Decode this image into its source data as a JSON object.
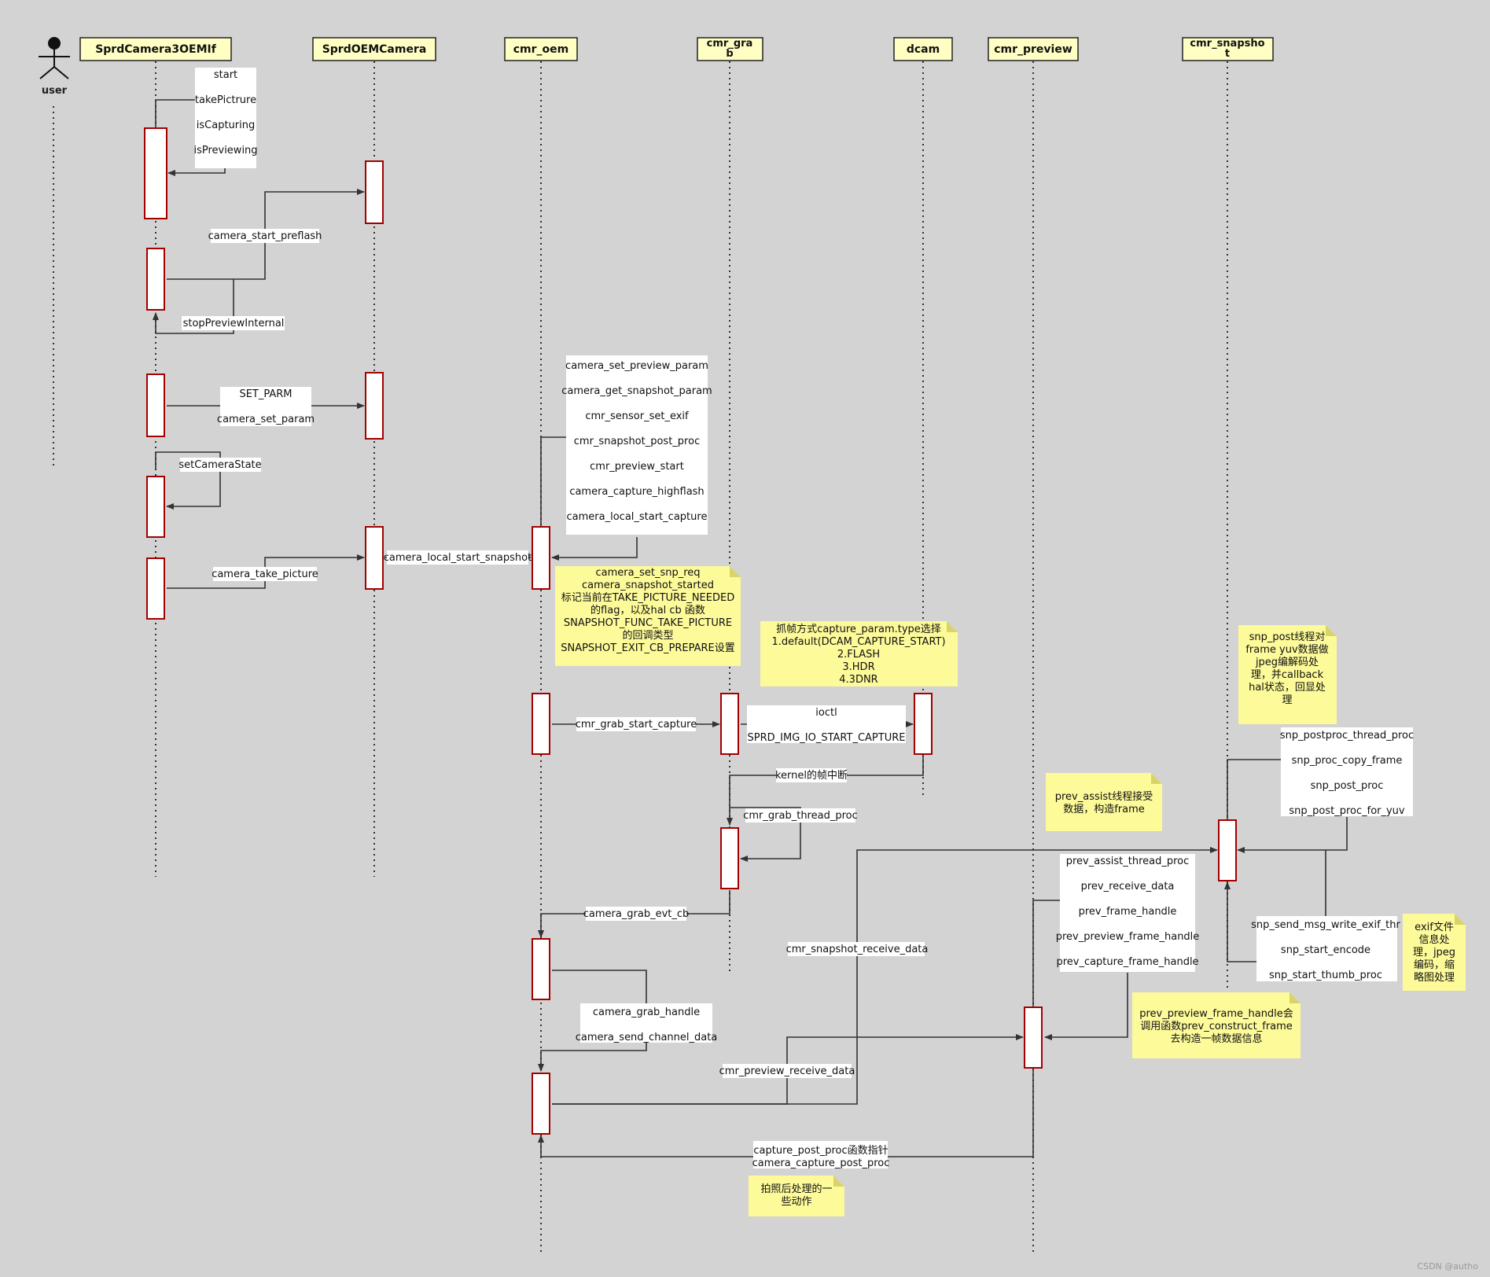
{
  "colors": {
    "background": "#d3d3d3",
    "lifeline_header_fill": "#ffffc4",
    "note_fill": "#fdfa99",
    "activation_border": "#a30000",
    "line": "#333333",
    "label_fill": "#ffffff"
  },
  "actor": {
    "label": "user",
    "icon": "stick-figure-icon"
  },
  "lifelines": {
    "camera3oemif": "SprdCamera3OEMIf",
    "oemcamera": "SprdOEMCamera",
    "cmr_oem": "cmr_oem",
    "cmr_grab": "cmr_gra\nb",
    "dcam": "dcam",
    "cmr_preview": "cmr_preview",
    "cmr_snapshot": "cmr_snapsho\nt"
  },
  "messages": {
    "start_group": "start\ntakePictrure\nisCapturing\nisPreviewing",
    "preflash": "camera_start_preflash",
    "stop_preview": "stopPreviewInternal",
    "set_param_group": "SET_PARM\ncamera_set_param",
    "set_camera_state": "setCameraState",
    "take_picture": "camera_take_picture",
    "local_start_snapshot": "camera_local_start_snapshot",
    "oem_self_group": "camera_set_preview_param\ncamera_get_snapshot_param\ncmr_sensor_set_exif\ncmr_snapshot_post_proc\ncmr_preview_start\ncamera_capture_highflash\ncamera_local_start_capture",
    "grab_start_capture": "cmr_grab_start_capture",
    "ioctl_group": "ioctl\nSPRD_IMG_IO_START_CAPTURE",
    "kernel_irq": "kernel的帧中断",
    "grab_thread_proc": "cmr_grab_thread_proc",
    "grab_evt_cb": "camera_grab_evt_cb",
    "grab_handle_group": "camera_grab_handle\ncamera_send_channel_data",
    "snapshot_receive_data": "cmr_snapshot_receive_data",
    "preview_receive_data": "cmr_preview_receive_data",
    "prev_assist_group": "prev_assist_thread_proc\nprev_receive_data\nprev_frame_handle\nprev_preview_frame_handle\nprev_capture_frame_handle",
    "snp_post_group": "snp_postproc_thread_proc\nsnp_proc_copy_frame\nsnp_post_proc\nsnp_post_proc_for_yuv",
    "snp_exif_group": "snp_send_msg_write_exif_thr\nsnp_start_encode\nsnp_start_thumb_proc",
    "capture_post_proc": "capture_post_proc函数指针\ncamera_capture_post_proc"
  },
  "notes": {
    "snapshot_req": "camera_set_snp_req\ncamera_snapshot_started\n标记当前在TAKE_PICTURE_NEEDED\n的flag，以及hal cb 函数\nSNAPSHOT_FUNC_TAKE_PICTURE\n的回调类型\nSNAPSHOT_EXIT_CB_PREPARE设置",
    "grab_mode": "抓帧方式capture_param.type选择\n1.default(DCAM_CAPTURE_START)\n2.FLASH\n3.HDR\n4.3DNR",
    "snp_post": "snp_post线程对\nframe yuv数据做\njpeg编解码处\n理，并callback\nhal状态，回显处\n理",
    "prev_assist": "prev_assist线程接受\n数据，构造frame",
    "exif": "exif文件\n信息处\n理，jpeg\n编码，缩\n略图处理",
    "prev_construct": "prev_preview_frame_handle会\n调用函数prev_construct_frame\n去构造一帧数据信息",
    "post_actions": "拍照后处理的一\n些动作"
  },
  "watermark": "CSDN @autho"
}
